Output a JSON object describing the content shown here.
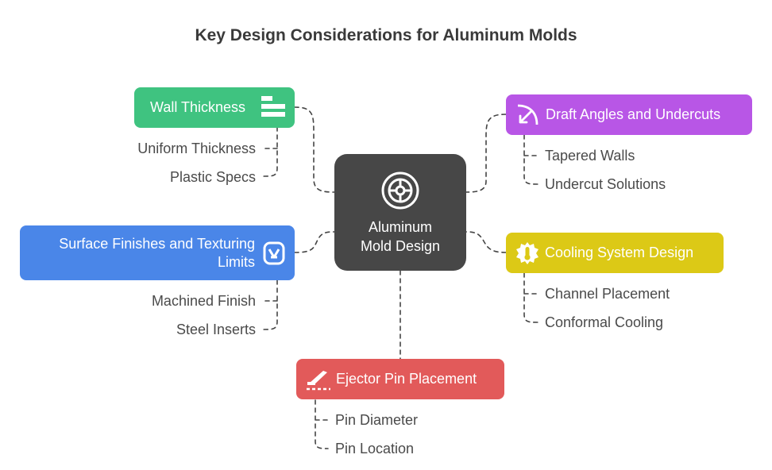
{
  "title": "Key Design Considerations for Aluminum Molds",
  "center": {
    "line1": "Aluminum",
    "line2": "Mold Design",
    "icon": "mold-target-icon"
  },
  "nodes": {
    "wall_thickness": {
      "label": "Wall Thickness",
      "color": "#3fc380",
      "icon": "layers-icon",
      "items": [
        "Uniform Thickness",
        "Plastic Specs"
      ]
    },
    "draft_angles": {
      "label": "Draft Angles and Undercuts",
      "color": "#b856e6",
      "icon": "angle-arrow-icon",
      "items": [
        "Tapered Walls",
        "Undercut Solutions"
      ]
    },
    "surface_finishes": {
      "label_line1": "Surface Finishes and Texturing",
      "label_line2": "Limits",
      "color": "#4a86e8",
      "icon": "texture-badge-icon",
      "items": [
        "Machined Finish",
        "Steel Inserts"
      ]
    },
    "cooling": {
      "label": "Cooling System Design",
      "color": "#dcc916",
      "icon": "thermometer-gear-icon",
      "items": [
        "Channel Placement",
        "Conformal Cooling"
      ]
    },
    "ejector": {
      "label": "Ejector Pin Placement",
      "color": "#e25a5a",
      "icon": "ejector-pin-icon",
      "items": [
        "Pin Diameter",
        "Pin Location"
      ]
    }
  }
}
